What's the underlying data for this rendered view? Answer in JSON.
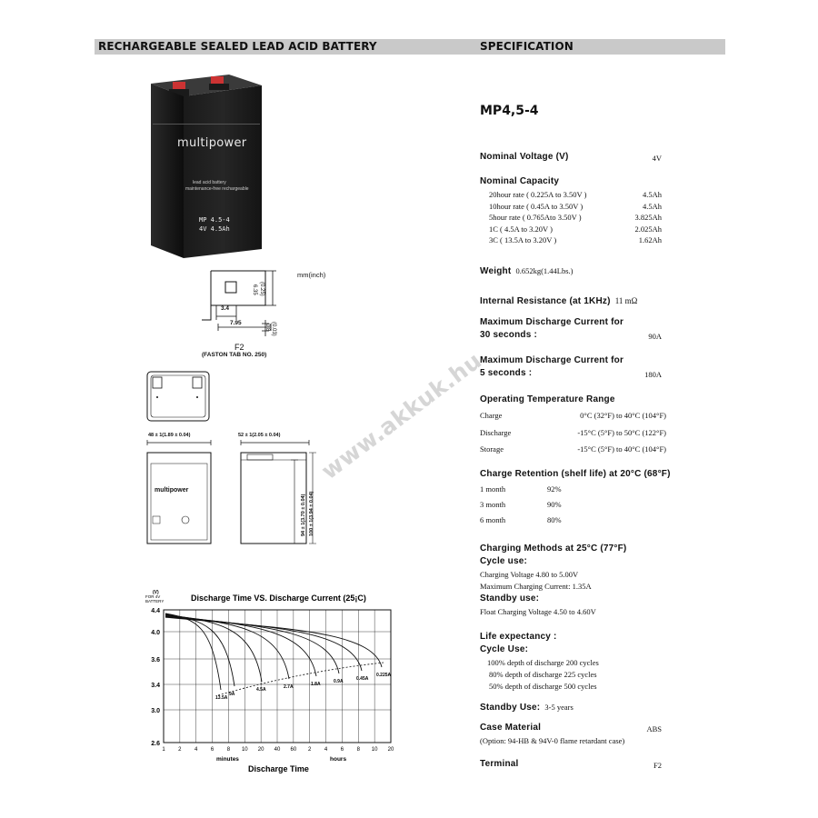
{
  "header": {
    "left_title": "RECHARGEABLE SEALED LEAD ACID BATTERY",
    "right_title": "SPECIFICATION"
  },
  "model": "MP4,5-4",
  "battery_photo": {
    "brand": "multipower",
    "line1": "lead acid battery",
    "line2": "maintenance-free rechargeable",
    "model_line1": "MP  4.5-4",
    "model_line2": "4V  4.5Ah"
  },
  "terminal_drawing": {
    "unit": "mm(inch)",
    "dim_h": "6.35",
    "dim_h_in": "(0.25)",
    "dim_a": "3.4",
    "dim_b": "7.95",
    "dim_c": "0.8",
    "dim_c_in": "(0.03)",
    "name": "F2",
    "subtitle": "(FASTON TAB NO. 250)"
  },
  "dimension_drawing": {
    "width": "48 ± 1(1.89 ± 0.04)",
    "depth": "52 ± 1(2.05 ± 0.04)",
    "height1": "94 ± 1(3.70 ± 0.04)",
    "height2": "100 ± 1(3.94 ± 0.04)",
    "front_brand": "multipower"
  },
  "watermark": "www.akkuk.hu",
  "specs": {
    "nominal_voltage": {
      "label": "Nominal Voltage (V)",
      "value": "4V"
    },
    "nominal_capacity": {
      "label": "Nominal Capacity",
      "rows": [
        {
          "text": "20hour rate ( 0.225A to 3.50V )",
          "value": "4.5Ah"
        },
        {
          "text": "10hour rate ( 0.45A to 3.50V )",
          "value": "4.5Ah"
        },
        {
          "text": "5hour rate ( 0.765Ato 3.50V )",
          "value": "3.825Ah"
        },
        {
          "text": "1C ( 4.5A to 3.20V )",
          "value": "2.025Ah"
        },
        {
          "text": "3C ( 13.5A to 3.20V )",
          "value": "1.62Ah"
        }
      ]
    },
    "weight": {
      "label": "Weight",
      "value": "0.652kg(1.44Lbs.)"
    },
    "internal_resistance": {
      "label": "Internal Resistance (at 1KHz)",
      "value": "11 mΩ"
    },
    "max_discharge_30": {
      "line1": "Maximum Discharge Current for",
      "line2": "30 seconds :",
      "value": "90A"
    },
    "max_discharge_5": {
      "line1": "Maximum Discharge Current for",
      "line2": "5 seconds :",
      "value": "180A"
    },
    "operating_temp": {
      "label": "Operating Temperature Range",
      "rows": [
        {
          "name": "Charge",
          "value": "0°C  (32°F)   to 40°C (104°F)"
        },
        {
          "name": "Discharge",
          "value": "-15°C  (5°F)   to 50°C (122°F)"
        },
        {
          "name": "Storage",
          "value": "-15°C  (5°F)   to 40°C (104°F)"
        }
      ]
    },
    "charge_retention": {
      "label": "Charge Retention (shelf life) at 20°C  (68°F)",
      "rows": [
        {
          "period": "1 month",
          "value": "92%"
        },
        {
          "period": "3 month",
          "value": "90%"
        },
        {
          "period": "6 month",
          "value": "80%"
        }
      ]
    },
    "charging_methods": {
      "label": "Charging Methods at 25°C (77°F)",
      "cycle_label": "Cycle use:",
      "cycle_lines": [
        "Charging Voltage 4.80 to 5.00V",
        "Maximum Charging Current: 1.35A"
      ],
      "standby_label": "Standby use:",
      "standby_lines": [
        "Float Charging Voltage 4.50 to 4.60V"
      ]
    },
    "life_expectancy": {
      "label": "Life expectancy :",
      "cycle_label": "Cycle Use:",
      "rows": [
        "100% depth of discharge 200 cycles",
        "80% depth of discharge 225 cycles",
        "50% depth of discharge 500 cycles"
      ],
      "standby_label": "Standby Use:",
      "standby_value": "3-5 years"
    },
    "case_material": {
      "label": "Case Material",
      "value": "ABS",
      "note": "(Option: 94-HB & 94V-0 flame retardant case)"
    },
    "terminal": {
      "label": "Terminal",
      "value": "F2"
    }
  },
  "chart_data": {
    "type": "line",
    "title": "Discharge Time VS. Discharge Current (25¡C)",
    "ylabel": "(V)",
    "ylabel_note1": "FOR 4V",
    "ylabel_note2": "BATTERY",
    "xlabel": "Discharge Time",
    "x_unit_minutes": "minutes",
    "x_unit_hours": "hours",
    "ylim": [
      2.6,
      4.4
    ],
    "y_ticks": [
      "4.4",
      "4.0",
      "3.6",
      "3.4",
      "3.0",
      "2.6"
    ],
    "x_ticks": [
      "1",
      "2",
      "4",
      "6",
      "8",
      "10",
      "20",
      "40",
      "60",
      "2",
      "4",
      "6",
      "8",
      "10",
      "20"
    ],
    "series": [
      {
        "name": "13.5A"
      },
      {
        "name": "9A"
      },
      {
        "name": "4.5A"
      },
      {
        "name": "2.7A"
      },
      {
        "name": "1.8A"
      },
      {
        "name": "0.9A"
      },
      {
        "name": "0.45A"
      },
      {
        "name": "0.225A"
      }
    ]
  }
}
